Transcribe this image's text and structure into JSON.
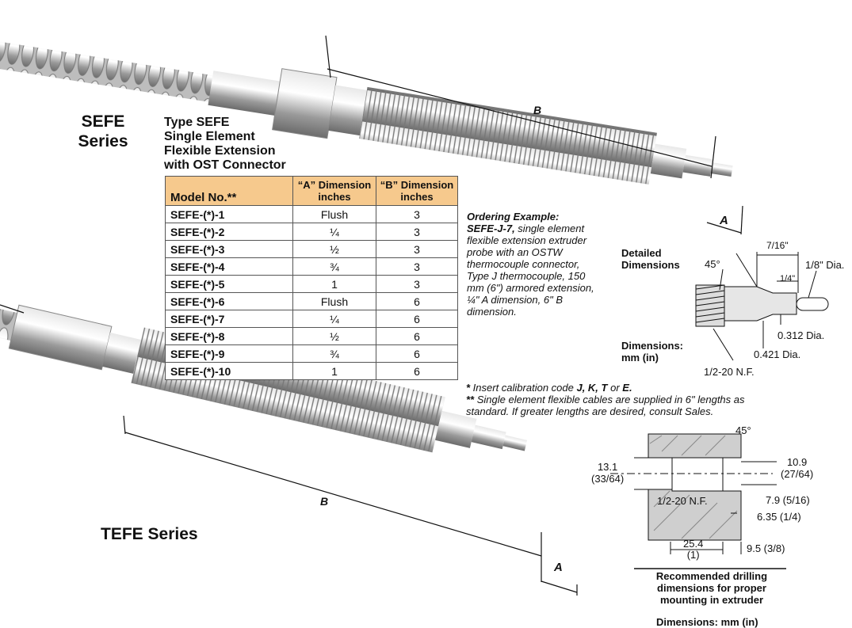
{
  "sefe_series": "SEFE\nSeries",
  "tefe_series": "TEFE Series",
  "type_title": "Type SEFE\nSingle Element\nFlexible Extension\nwith OST Connector",
  "table": {
    "headers": [
      "Model No.**",
      "“A” Dimension inches",
      "“B” Dimension inches"
    ],
    "rows": [
      [
        "SEFE-(*)-1",
        "Flush",
        "3"
      ],
      [
        "SEFE-(*)-2",
        "¼",
        "3"
      ],
      [
        "SEFE-(*)-3",
        "½",
        "3"
      ],
      [
        "SEFE-(*)-4",
        "¾",
        "3"
      ],
      [
        "SEFE-(*)-5",
        "1",
        "3"
      ],
      [
        "SEFE-(*)-6",
        "Flush",
        "6"
      ],
      [
        "SEFE-(*)-7",
        "¼",
        "6"
      ],
      [
        "SEFE-(*)-8",
        "½",
        "6"
      ],
      [
        "SEFE-(*)-9",
        "¾",
        "6"
      ],
      [
        "SEFE-(*)-10",
        "1",
        "6"
      ]
    ]
  },
  "ordering": {
    "heading": "Ordering Example:",
    "model": "SEFE-J-7,",
    "text": " single element flexible extension extruder probe with an OSTW thermocouple connector, Type J thermocouple, 150 mm (6\") armored extension, ¼\" A dimension, 6\" B dimension."
  },
  "notes": {
    "note1_prefix": "Insert calibration code ",
    "note1_codes": "J, K, T",
    "note1_or": " or ",
    "note1_last": "E.",
    "note2": "Single element flexible cables are supplied in 6\" lengths as standard. If greater lengths are desired, consult Sales."
  },
  "dims": {
    "B_top": "B",
    "A_top": "A",
    "B_bottom": "B",
    "A_bottom": "A"
  },
  "detail": {
    "title": "Detailed\nDimensions",
    "angle": "45°",
    "d716": "7/16\"",
    "d14": "1/4\"",
    "d18": "1/8\" Dia.",
    "d0312": "0.312 Dia.",
    "d0421": "0.421 Dia.",
    "thread": "1/2-20 N.F.",
    "units": "Dimensions:\nmm (in)"
  },
  "drill": {
    "angle": "45°",
    "d131": "13.1\n(33/64)",
    "d109": "10.9\n(27/64)",
    "thread": "1/2-20 N.F.",
    "d79": "7.9 (5/16)",
    "d635": "6.35 (1/4)",
    "d254": "25.4\n(1)",
    "d95": "9.5 (3/8)",
    "caption": "Recommended drilling\ndimensions for proper\nmounting in extruder",
    "units": "Dimensions: mm (in)"
  },
  "colors": {
    "table_header": "#f6c98d",
    "steel": "#b8b8b8"
  }
}
